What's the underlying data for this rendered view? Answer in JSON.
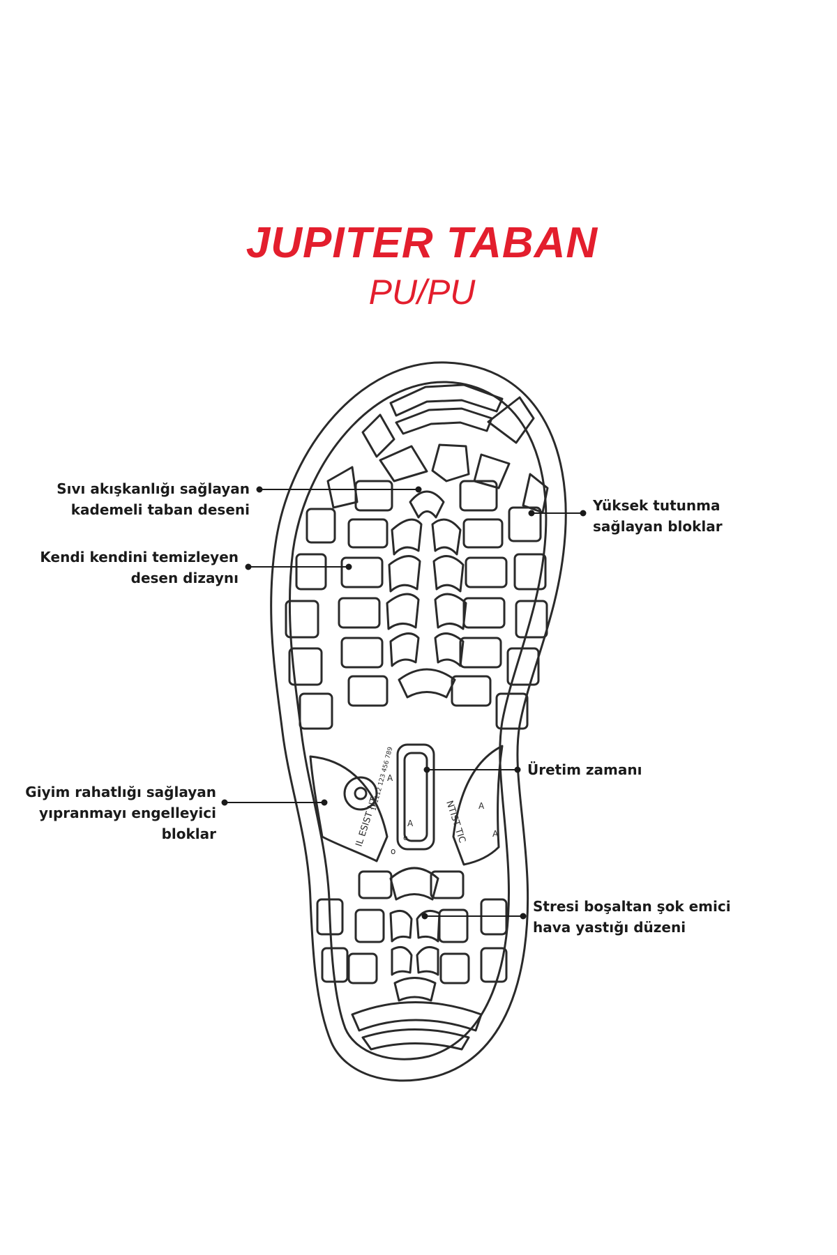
{
  "header": {
    "title": "JUPITER TABAN",
    "subtitle": "PU/PU"
  },
  "colors": {
    "accent": "#e31e2d",
    "text": "#1a1a1a",
    "outline": "#2a2a2a"
  },
  "callouts": {
    "fluid": [
      "Sıvı akışkanlığı sağlayan",
      "kademeli taban deseni"
    ],
    "selfclean": [
      "Kendi kendini temizleyen",
      "desen dizaynı"
    ],
    "comfort": [
      "Giyim rahatlığı sağlayan",
      "yıpranmayı engelleyici",
      "bloklar"
    ],
    "grip": [
      "Yüksek tutunma",
      "sağlayan bloklar"
    ],
    "production": [
      "Üretim zamanı"
    ],
    "shock": [
      "Stresi boşaltan şok emici",
      "hava yastığı düzeni"
    ]
  },
  "sole": {
    "clock_digits": "101112 123 456 789",
    "arch_left_text": "IL  ESIST  NT",
    "arch_right_text": "NTIST  TIC",
    "arch_marks": [
      "A",
      "A",
      "A",
      "A",
      "o",
      "o"
    ]
  }
}
